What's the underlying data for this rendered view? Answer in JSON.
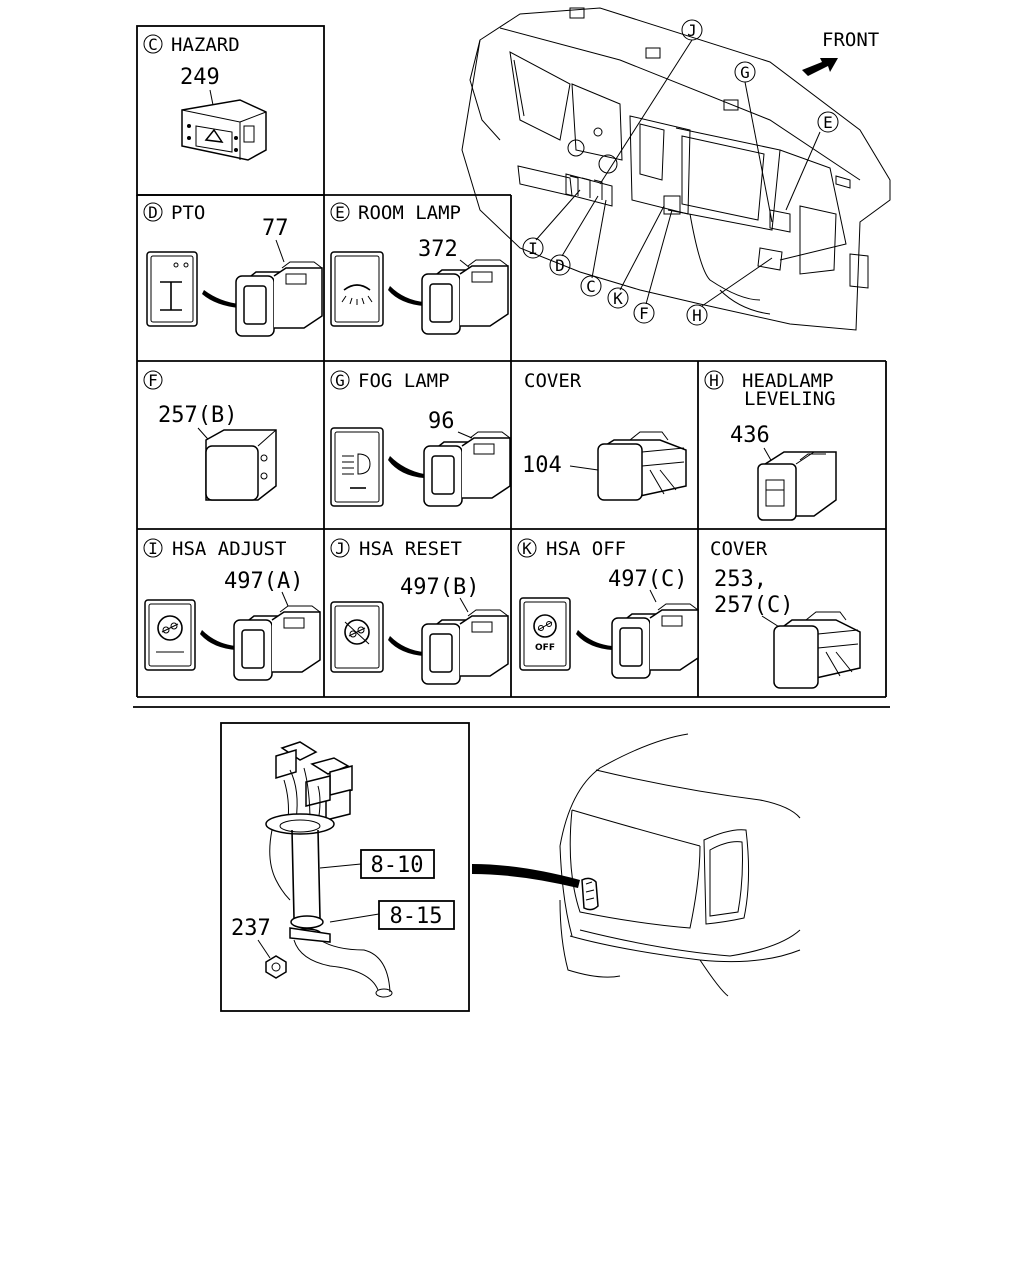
{
  "front_label": "FRONT",
  "panels": {
    "c": {
      "letter": "C",
      "title": "HAZARD",
      "part": "249"
    },
    "d": {
      "letter": "D",
      "title": "PTO",
      "part": "77"
    },
    "e": {
      "letter": "E",
      "title": "ROOM LAMP",
      "part": "372"
    },
    "f": {
      "letter": "F",
      "title": "",
      "part": "257(B)"
    },
    "g": {
      "letter": "G",
      "title": "FOG LAMP",
      "part": "96"
    },
    "cover1": {
      "title": "COVER",
      "part": "104"
    },
    "h": {
      "letter": "H",
      "title_line1": "HEADLAMP",
      "title_line2": "LEVELING",
      "part": "436"
    },
    "i": {
      "letter": "I",
      "title": "HSA ADJUST",
      "part": "497(A)"
    },
    "j": {
      "letter": "J",
      "title": "HSA RESET",
      "part": "497(B)"
    },
    "k": {
      "letter": "K",
      "title": "HSA OFF",
      "part": "497(C)",
      "icon_text": "OFF"
    },
    "cover2": {
      "title": "COVER",
      "part_line1": "253,",
      "part_line2": "257(C)"
    }
  },
  "dash_callouts": [
    "J",
    "G",
    "E",
    "I",
    "D",
    "C",
    "K",
    "F",
    "H"
  ],
  "harness": {
    "ref1": "8-10",
    "ref2": "8-15",
    "part": "237"
  }
}
